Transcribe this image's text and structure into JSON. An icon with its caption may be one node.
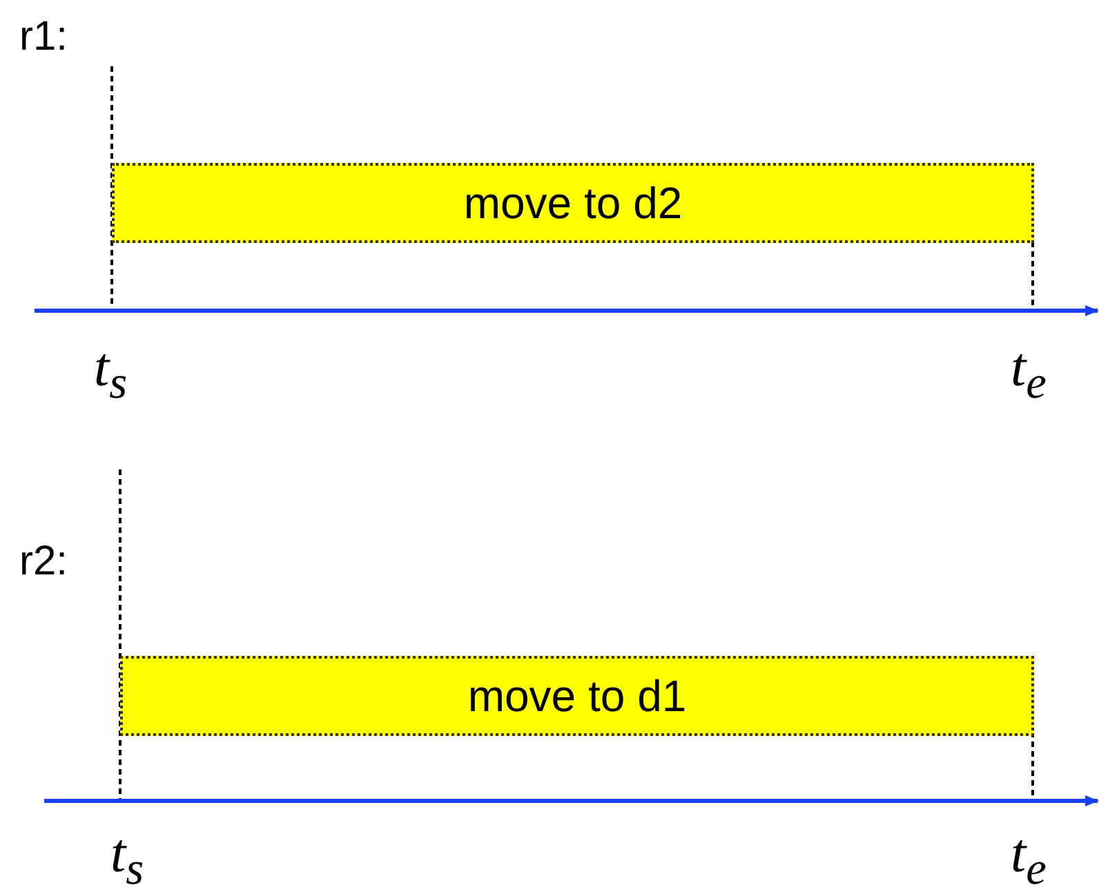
{
  "diagram": {
    "nodes": [
      {
        "text": [
          "move to d2"
        ]
      },
      {
        "text": [
          "move to d1"
        ]
      }
    ],
    "labels": [
      "r1:",
      "t$_{s}$",
      "t$_{e}$",
      "r2:",
      "t$_{s}$",
      "t$_{e}$"
    ]
  }
}
